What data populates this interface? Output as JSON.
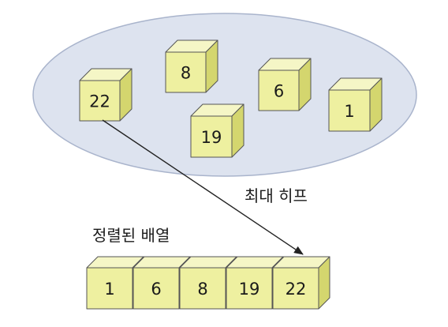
{
  "heap": {
    "label": "최대 히프",
    "boxes": [
      {
        "value": "22"
      },
      {
        "value": "8"
      },
      {
        "value": "6"
      },
      {
        "value": "1"
      },
      {
        "value": "19"
      }
    ]
  },
  "sorted": {
    "label": "정렬된 배열",
    "boxes": [
      {
        "value": "1"
      },
      {
        "value": "6"
      },
      {
        "value": "8"
      },
      {
        "value": "19"
      },
      {
        "value": "22"
      }
    ]
  },
  "colors": {
    "heap_fill": "#dde3ef",
    "heap_stroke": "#a9b4cc",
    "cube_front": "#eef0a0",
    "cube_top": "#f5f6c6",
    "cube_side": "#d4d66e",
    "cube_stroke": "#555555",
    "arrow": "#222222"
  }
}
